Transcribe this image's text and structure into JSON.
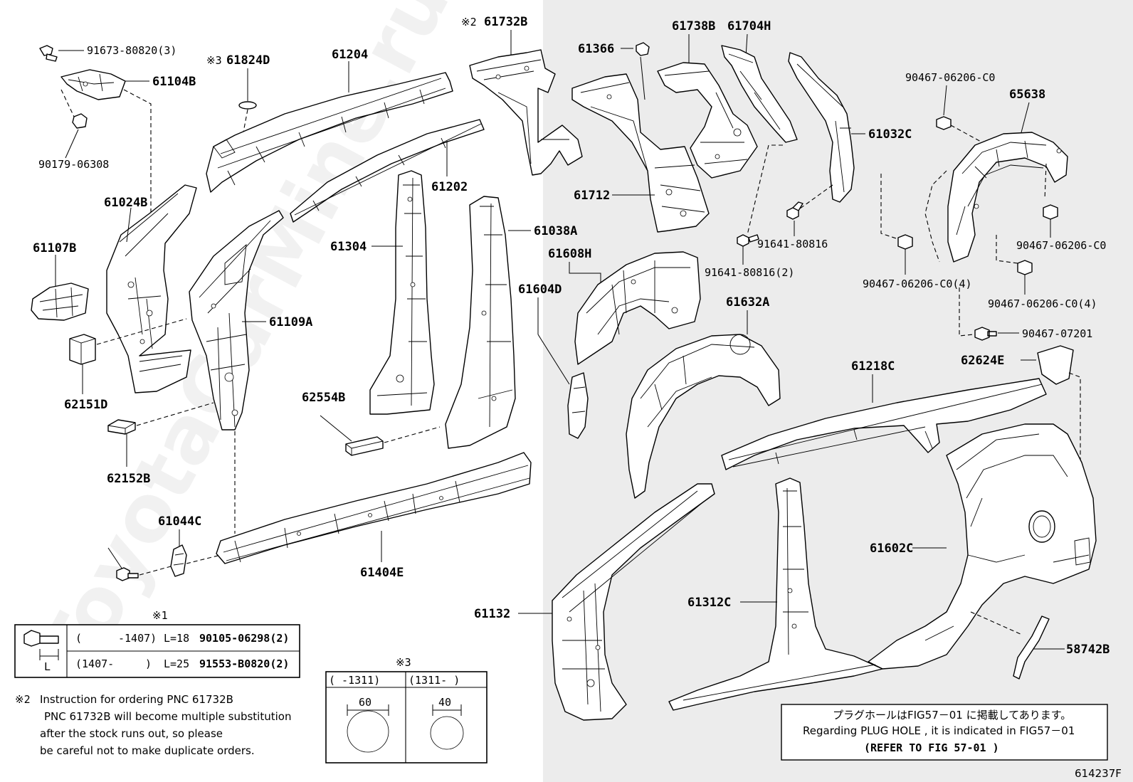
{
  "diagram_id": "614237F",
  "watermark": "ToyotaCarMine.ru",
  "shade_color": "#ececec",
  "labels": {
    "p91673": "91673-80820(3)",
    "p61104B": "61104B",
    "p90179": "90179-06308",
    "p61024B": "61024B",
    "p61107B": "61107B",
    "p62151D": "62151D",
    "p62152B": "62152B",
    "p61044C": "61044C",
    "note1_mark_a": "※1",
    "p61824D_mark": "※3",
    "p61824D": "61824D",
    "p61204": "61204",
    "p61202": "61202",
    "p61304": "61304",
    "p61109A": "61109A",
    "p61038A": "61038A",
    "p62554B": "62554B",
    "p61404E": "61404E",
    "p61732B_mark": "※2",
    "p61732B": "61732B",
    "p61366": "61366",
    "p61738B": "61738B",
    "p61704H": "61704H",
    "p61712": "61712",
    "p61032C": "61032C",
    "p61608H": "61608H",
    "p61604D": "61604D",
    "p91641a": "91641-80816",
    "p91641b": "91641-80816(2)",
    "p61632A": "61632A",
    "p90467a": "90467-06206-C0",
    "p65638": "65638",
    "p90467b": "90467-06206-C0",
    "p90467c": "90467-06206-C0(4)",
    "p90467d": "90467-06206-C0(4)",
    "p90467e": "90467-07201",
    "p62624E": "62624E",
    "p61218C": "61218C",
    "p61602C": "61602C",
    "p61132": "61132",
    "p61312C": "61312C",
    "p58742B": "58742B"
  },
  "table1": {
    "mark": "※1",
    "dim": "L",
    "rows": [
      {
        "range_open": "(",
        "range": "-1407)",
        "length": "L=18",
        "part": "90105-06298(2)"
      },
      {
        "range_open": "(1407-",
        "range": ")",
        "length": "L=25",
        "part": "91553-B0820(2)"
      }
    ]
  },
  "table3": {
    "mark": "※3",
    "headers": [
      "(      -1311)",
      "(1311-      )"
    ],
    "values": [
      "60",
      "40"
    ]
  },
  "note2": {
    "mark": "※2",
    "lines": [
      "Instruction for ordering PNC 61732B",
      "PNC 61732B will become multiple substitution",
      "after the stock runs out, so please",
      "be careful not to make duplicate orders."
    ]
  },
  "plug_note": {
    "line_jp": "プラグホールはFIG57－01 に掲載してあります。",
    "line_en": "Regarding  PLUG HOLE , it is indicated in  FIG57－01",
    "line_ref": "(REFER TO FIG 57-01 )"
  }
}
